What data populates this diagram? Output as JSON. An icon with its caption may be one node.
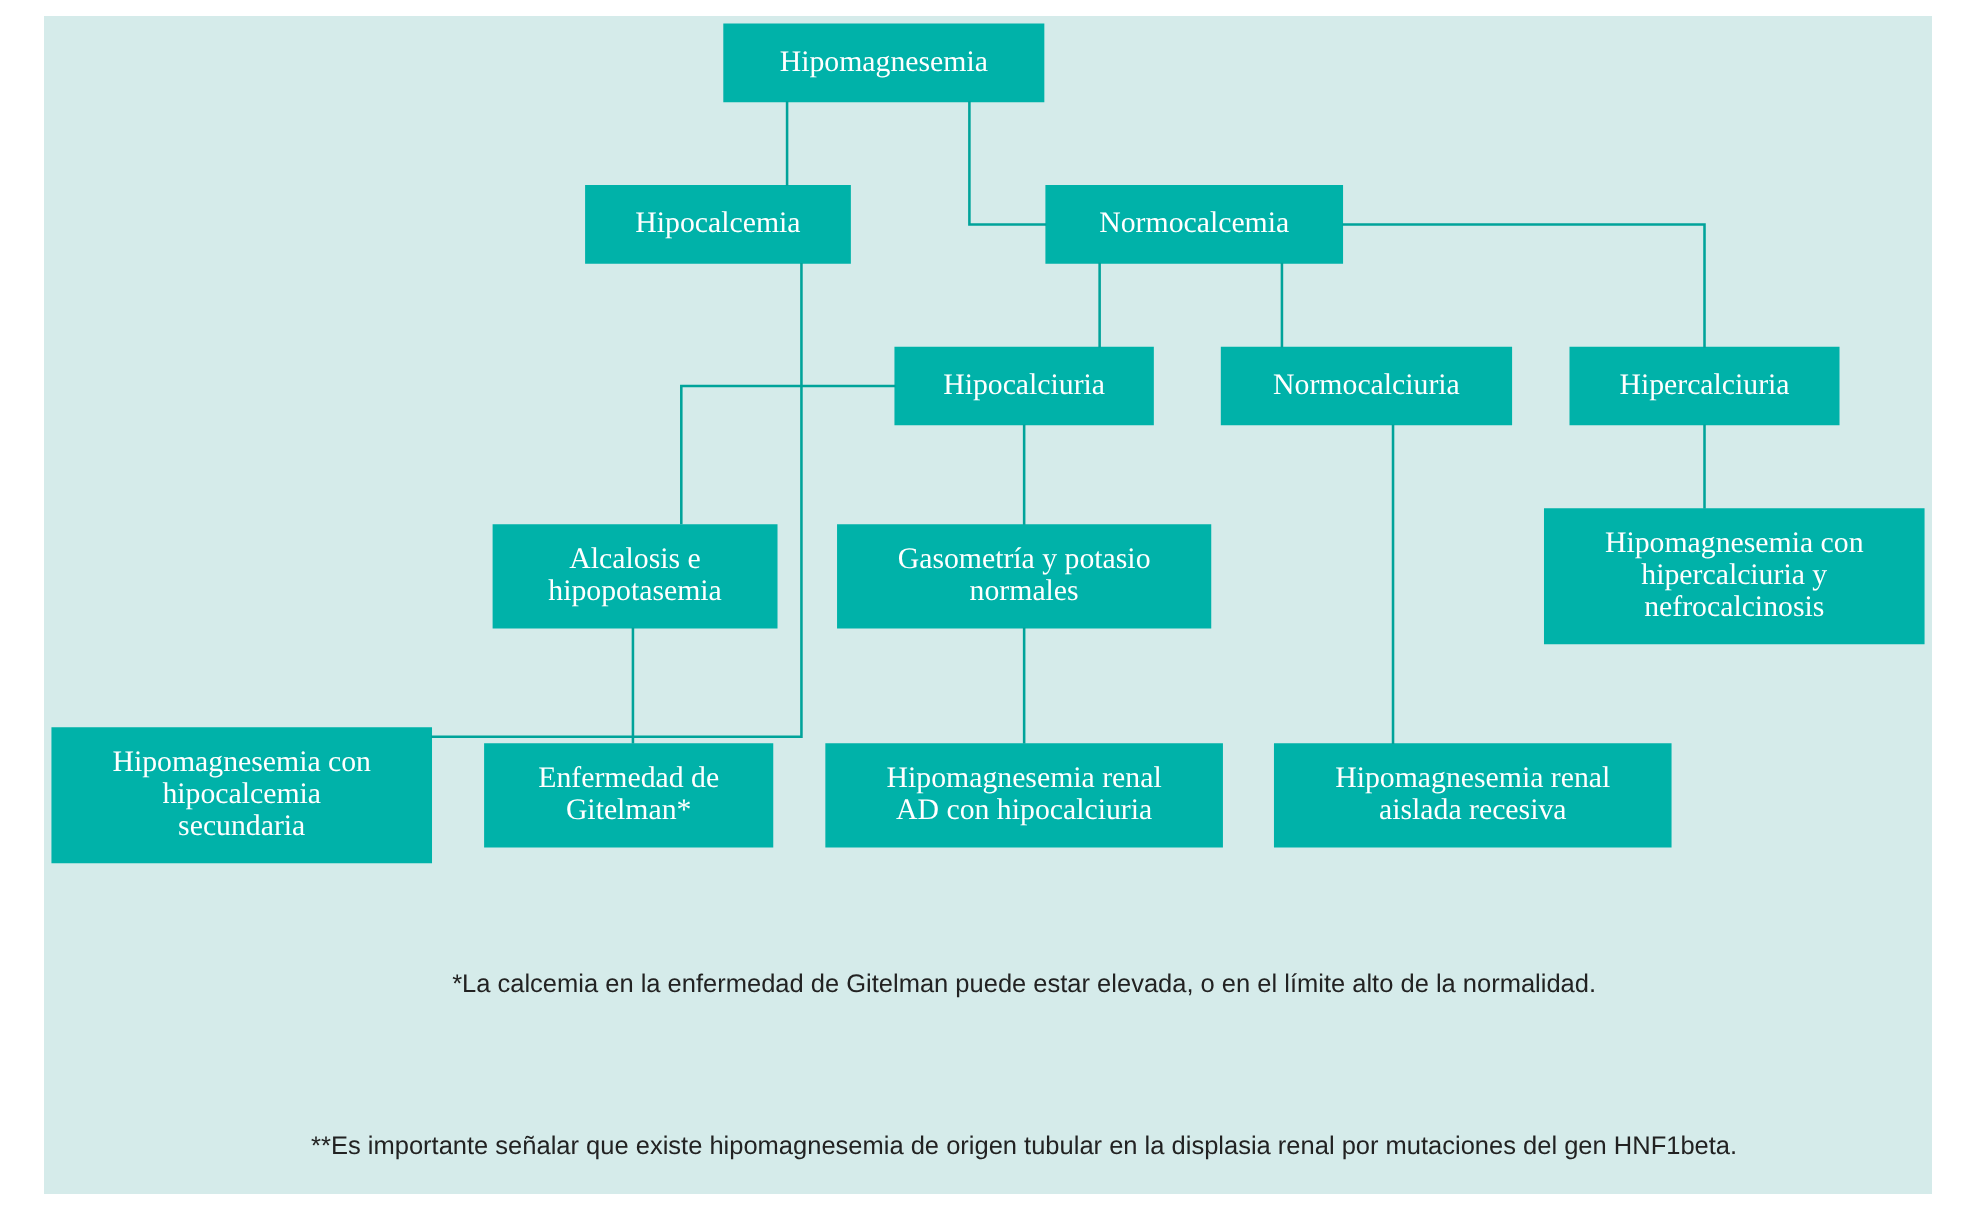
{
  "diagram": {
    "nodes": [
      {
        "text": [
          "Hipomagnesemia"
        ]
      },
      {
        "text": [
          "Hipocalcemia"
        ]
      },
      {
        "text": [
          "Normocalcemia"
        ]
      },
      {
        "text": [
          "Hipocalciuria"
        ]
      },
      {
        "text": [
          "Normocalciuria"
        ]
      },
      {
        "text": [
          "Hipercalciuria"
        ]
      },
      {
        "text": [
          "Hipomagnesemia con hipocalcemia secundaria"
        ]
      },
      {
        "text": [
          "Alcalosis e hipopotasemia"
        ]
      },
      {
        "text": [
          "Gasometría y potasio normales"
        ]
      },
      {
        "text": [
          "Hipomagnesemia renal aislada recesiva"
        ]
      },
      {
        "text": [
          "Hipomagnesemia con hipercalciuria y nefrocalcinosis"
        ]
      },
      {
        "text": [
          "Enfermedad de Gitelman*"
        ]
      },
      {
        "text": [
          "Hipomagnesemia renal AD con hipocalciuria"
        ]
      }
    ],
    "edges": [
      {
        "from": 0,
        "to": 1,
        "arrow": "none"
      },
      {
        "from": 0,
        "to": 2,
        "arrow": "none"
      },
      {
        "from": 1,
        "to": 6,
        "arrow": "none"
      },
      {
        "from": 2,
        "to": 3,
        "arrow": "none"
      },
      {
        "from": 2,
        "to": 4,
        "arrow": "none"
      },
      {
        "from": 2,
        "to": 5,
        "arrow": "none"
      },
      {
        "from": 3,
        "to": 7,
        "arrow": "none"
      },
      {
        "from": 3,
        "to": 8,
        "arrow": "none"
      },
      {
        "from": 4,
        "to": 9,
        "arrow": "none"
      },
      {
        "from": 5,
        "to": 10,
        "arrow": "none"
      },
      {
        "from": 7,
        "to": 11,
        "arrow": "none"
      },
      {
        "from": 8,
        "to": 12,
        "arrow": "none"
      }
    ],
    "labels": [
      "*La calcemia en la enfermedad de Gitelman puede estar elevada, o en el límite alto de la normalidad.",
      "**Es importante señalar que existe hipomagnesemia de origen tubular en la displasia renal por mutaciones del gen HNF1beta."
    ]
  }
}
